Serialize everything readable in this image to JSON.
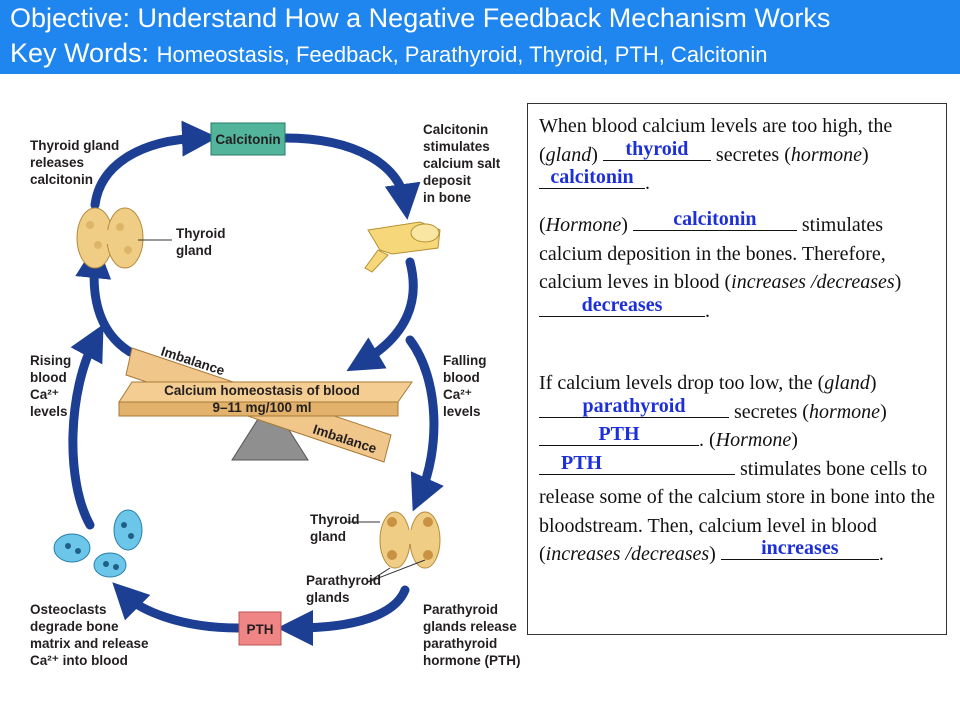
{
  "header": {
    "objective": "Objective: Understand How a Negative Feedback Mechanism Works",
    "keywords_label": "Key Words:",
    "keywords": "Homeostasis, Feedback, Parathyroid, Thyroid, PTH, Calcitonin",
    "bg_color": "#1f86ef"
  },
  "diagram": {
    "calcitonin_box": "Calcitonin",
    "pth_box": "PTH",
    "thyroid_release": [
      "Thyroid gland",
      "releases",
      "calcitonin"
    ],
    "thyroid_gland_top": [
      "Thyroid",
      "gland"
    ],
    "calcitonin_stimulates": [
      "Calcitonin",
      "stimulates",
      "calcium salt",
      "deposit",
      "in bone"
    ],
    "rising": [
      "Rising",
      "blood",
      "Ca²⁺",
      "levels"
    ],
    "falling": [
      "Falling",
      "blood",
      "Ca²⁺",
      "levels"
    ],
    "seesaw_title": "Calcium homeostasis of blood",
    "seesaw_range": "9–11 mg/100 ml",
    "imbalance": "Imbalance",
    "thyroid_gland_bottom": [
      "Thyroid",
      "gland"
    ],
    "parathyroid_glands": [
      "Parathyroid",
      "glands"
    ],
    "parathyroid_release": [
      "Parathyroid",
      "glands release",
      "parathyroid",
      "hormone (PTH)"
    ],
    "osteoclasts": [
      "Osteoclasts",
      "degrade bone",
      "matrix and release",
      "Ca²⁺ into blood"
    ],
    "colors": {
      "arrow": "#1d3f93",
      "calcitonin_box": "#52b59b",
      "pth_box": "#ef8585",
      "beam": "#f3c98a"
    }
  },
  "worksheet": {
    "p1": {
      "t1": "When blood calcium levels are too high, the (",
      "gland_word": "gland",
      "t2": ") ",
      "a1": "thyroid",
      "t3": " secretes (",
      "hormone_word": "hormone",
      "t4": ") ",
      "a2": "calcitonin",
      "t5": "."
    },
    "p2": {
      "t1": "(",
      "hormone_word": "Hormone",
      "t2": ") ",
      "a1": "calcitonin",
      "t3": " stimulates calcium deposition in the bones. Therefore, calcium leves in blood (",
      "choice": "increases /decreases",
      "t4": ") ",
      "a2": "decreases",
      "t5": "."
    },
    "p3": {
      "t1": "If calcium levels drop too low, the (",
      "gland_word": "gland",
      "t2": ") ",
      "a1": "parathyroid",
      "t3": " secretes (",
      "hormone_word": "hormone",
      "t4": ") ",
      "a2": "PTH",
      "t5": ". (",
      "hormone_word2": "Hormone",
      "t6": ") ",
      "a3": "PTH",
      "t7": " stimulates bone cells to release some of the calcium store in bone into the bloodstream. Then, calcium level in blood (",
      "choice": "increases /decreases",
      "t8": ") ",
      "a4": "increases",
      "t9": "."
    }
  }
}
